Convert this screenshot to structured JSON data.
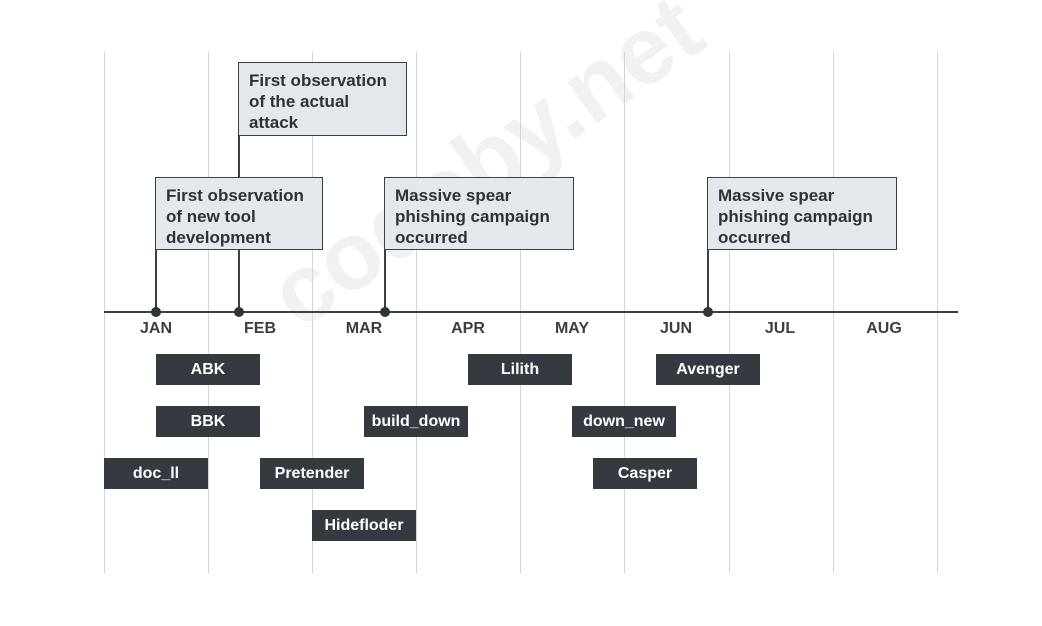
{
  "months": [
    "JAN",
    "FEB",
    "MAR",
    "APR",
    "MAY",
    "JUN",
    "JUL",
    "AUG"
  ],
  "events": [
    {
      "id": "first-observation-new-tool",
      "text": "First observation of new tool development"
    },
    {
      "id": "first-observation-actual-attack",
      "text": "First observation of the actual attack"
    },
    {
      "id": "spear-phishing-march",
      "text": "Massive spear phishing campaign occurred"
    },
    {
      "id": "spear-phishing-june",
      "text": "Massive spear phishing campaign occurred"
    }
  ],
  "tools": [
    "ABK",
    "BBK",
    "doc_ll",
    "Pretender",
    "Hidefloder",
    "build_down",
    "Lilith",
    "down_new",
    "Casper",
    "Avenger"
  ],
  "watermark": "codeby.net",
  "colors": {
    "axis": "#3a3f44",
    "callout_fill": "#e3e8ec",
    "tool_fill": "#343a40",
    "gridline": "#d4d4d4"
  }
}
